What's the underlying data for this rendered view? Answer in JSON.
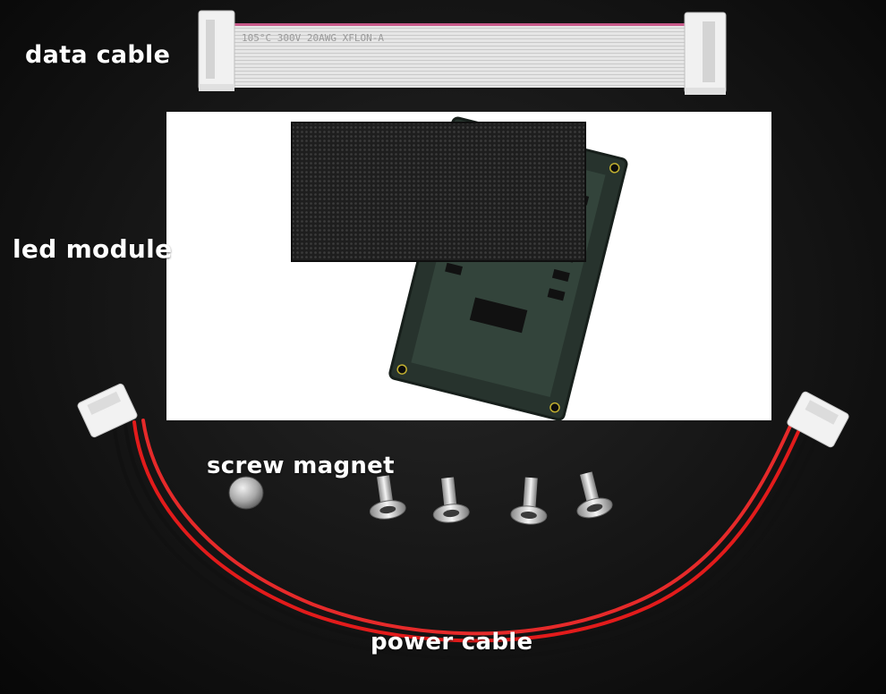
{
  "labels": {
    "data_cable": "data cable",
    "led_module": "led module",
    "screw_magnet": "screw magnet",
    "power_cable": "power cable"
  },
  "ribbon_print": "105°C  300V  20AWG  XFLON-A",
  "colors": {
    "background": "#141414",
    "ribbon": "#d9d9d9",
    "ribbon_edge": "#c85a8a",
    "pcb": "#2c3a33",
    "led_matrix": "#2a2a2a",
    "power_wire_red": "#e21b1b",
    "power_wire_black": "#111111",
    "connector": "#f2f2f2"
  }
}
